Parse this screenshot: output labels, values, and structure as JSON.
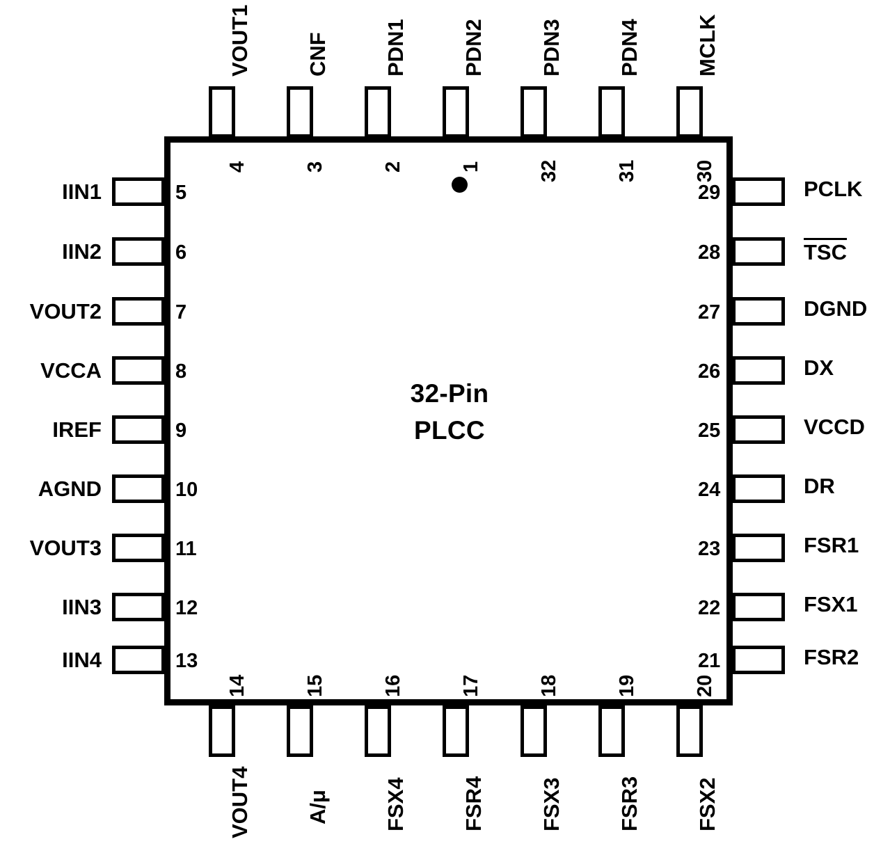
{
  "diagram": {
    "title": "32-Pin PLCC package pinout",
    "center_line1": "32-Pin",
    "center_line2": "PLCC",
    "pin1_indicator": "pin-1-dot"
  },
  "pins": {
    "top": [
      {
        "num": "4",
        "label": "VOUT1"
      },
      {
        "num": "3",
        "label": "CNF"
      },
      {
        "num": "2",
        "label": "PDN1"
      },
      {
        "num": "1",
        "label": "PDN2"
      },
      {
        "num": "32",
        "label": "PDN3"
      },
      {
        "num": "31",
        "label": "PDN4"
      },
      {
        "num": "30",
        "label": "MCLK"
      }
    ],
    "left": [
      {
        "num": "5",
        "label": "IIN1"
      },
      {
        "num": "6",
        "label": "IIN2"
      },
      {
        "num": "7",
        "label": "VOUT2"
      },
      {
        "num": "8",
        "label": "VCCA"
      },
      {
        "num": "9",
        "label": "IREF"
      },
      {
        "num": "10",
        "label": "AGND"
      },
      {
        "num": "11",
        "label": "VOUT3"
      },
      {
        "num": "12",
        "label": "IIN3"
      },
      {
        "num": "13",
        "label": "IIN4"
      }
    ],
    "bottom": [
      {
        "num": "14",
        "label": "VOUT4"
      },
      {
        "num": "15",
        "label": "A/μ"
      },
      {
        "num": "16",
        "label": "FSX4"
      },
      {
        "num": "17",
        "label": "FSR4"
      },
      {
        "num": "18",
        "label": "FSX3"
      },
      {
        "num": "19",
        "label": "FSR3"
      },
      {
        "num": "20",
        "label": "FSX2"
      }
    ],
    "right": [
      {
        "num": "29",
        "label": "PCLK",
        "overline": false
      },
      {
        "num": "28",
        "label": "TSC",
        "overline": true
      },
      {
        "num": "27",
        "label": "DGND",
        "overline": false
      },
      {
        "num": "26",
        "label": "DX",
        "overline": false
      },
      {
        "num": "25",
        "label": "VCCD",
        "overline": false
      },
      {
        "num": "24",
        "label": "DR",
        "overline": false
      },
      {
        "num": "23",
        "label": "FSR1",
        "overline": false
      },
      {
        "num": "22",
        "label": "FSX1",
        "overline": false
      },
      {
        "num": "21",
        "label": "FSR2",
        "overline": false
      }
    ]
  },
  "colors": {
    "outline": "#000000",
    "background": "#ffffff"
  }
}
